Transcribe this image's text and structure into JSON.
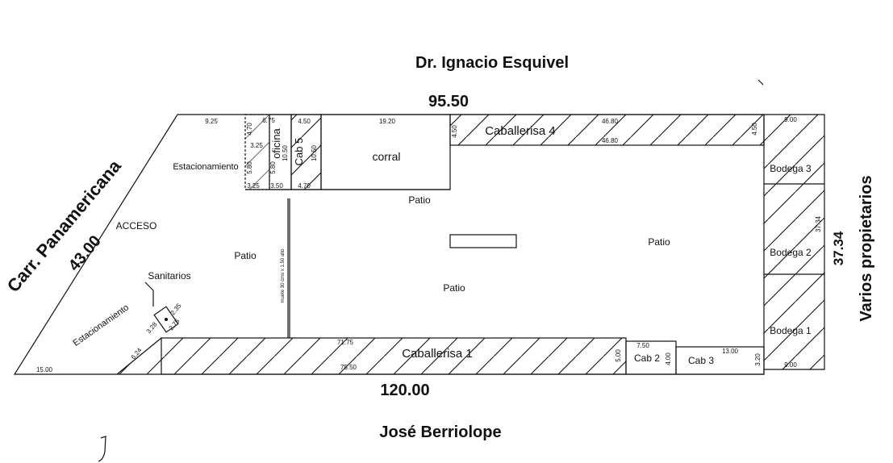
{
  "streets": {
    "north": "Dr. Ignacio Esquivel",
    "south": "José Berriolope",
    "west": "Carr. Panamericana",
    "east": "Varios propietarios"
  },
  "boundary": {
    "north": "95.50",
    "south": "120.00",
    "west": "43.00",
    "east": "37.34"
  },
  "rooms": {
    "caballerisa4": "Caballerisa 4",
    "caballerisa1": "Caballerisa 1",
    "corral": "corral",
    "oficina": "oficina",
    "cab5": "Cab 5",
    "cab2": "Cab 2",
    "cab3": "Cab 3",
    "bodega1": "Bodega 1",
    "bodega2": "Bodega 2",
    "bodega3": "Bodega 3",
    "estacionamiento_top": "Estacionamiento",
    "estacionamiento_bottom": "Estacionamiento",
    "sanitarios": "Sanitarios",
    "acceso": "ACCESO",
    "patio_top": "Patio",
    "patio_left": "Patio",
    "patio_center": "Patio",
    "patio_right": "Patio",
    "muro_note": "muete 30 cms x 1.50 alto"
  },
  "dims": {
    "d9_25": "9.25",
    "d6_75": "6.75",
    "d4_50a": "4.50",
    "d19_20": "19.20",
    "d4_50b": "4.50",
    "d46_80a": "46.80",
    "d46_80b": "46.80",
    "d4_50c": "4.50",
    "d9_00a": "9.00",
    "d4_70a": "4.70",
    "d3_25a": "3.25",
    "d5_80a": "5.80",
    "d5_80b": "5.80",
    "d10_50a": "10.50",
    "d10_50b": "10.50",
    "d3_25b": "3.25",
    "d3_50": "3.50",
    "d4_70b": "4.70",
    "d37_34": "37.34",
    "d71_75": "71.75",
    "d75_50": "75.50",
    "d5_00": "5.00",
    "d7_50": "7.50",
    "d4_00": "4.00",
    "d13_00": "13.00",
    "d3_20": "3.20",
    "d9_00b": "9.00",
    "d15_00": "15.00",
    "d6_24": "6.24",
    "d3_28": "3.28",
    "d2_35": "2.35",
    "d2_75": "2.75"
  }
}
